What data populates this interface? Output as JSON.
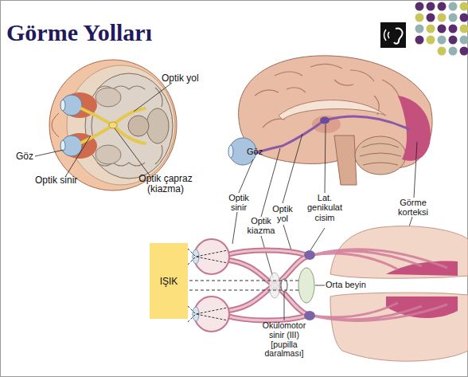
{
  "diagram": {
    "title": "Görme Yolları",
    "nodes": [
      {
        "text": [
          "IŞIK"
        ]
      }
    ],
    "labels": [
      "Optik yol",
      "Göz",
      "Optik sinir",
      "Optik çapraz (kiazma)",
      "Göz",
      "Optik sinir",
      "Optik kiazma",
      "Optik yol",
      "Lat. genikulat cisim",
      "Görme korteksi",
      "Orta beyin",
      "Okülomotor sinir (III) [pupilla daralması]"
    ]
  }
}
